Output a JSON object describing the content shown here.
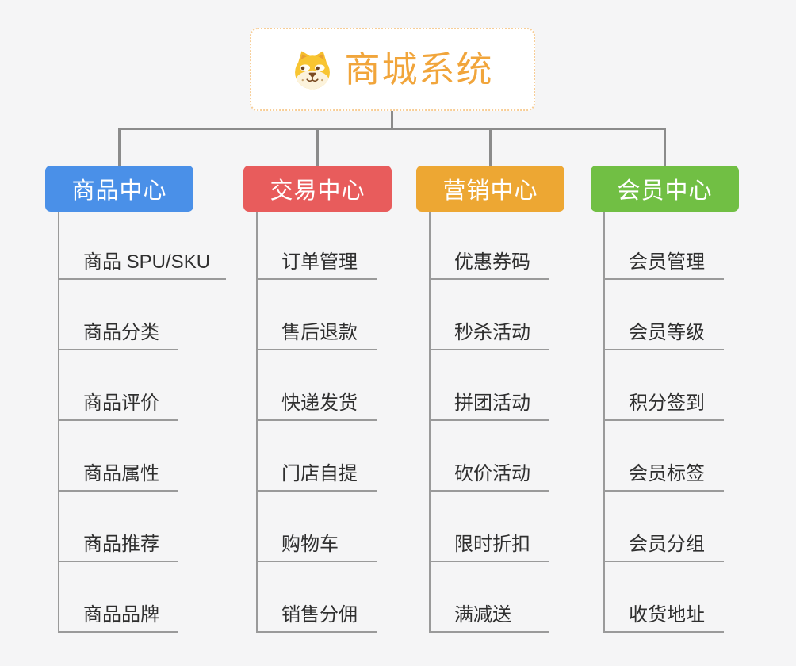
{
  "root": {
    "title": "商城系统",
    "icon": "shiba-dog-icon"
  },
  "branches": [
    {
      "id": "product-center",
      "label": "商品中心",
      "color": "#4a90e8",
      "children": [
        "商品 SPU/SKU",
        "商品分类",
        "商品评价",
        "商品属性",
        "商品推荐",
        "商品品牌"
      ]
    },
    {
      "id": "trade-center",
      "label": "交易中心",
      "color": "#e85c5c",
      "children": [
        "订单管理",
        "售后退款",
        "快递发货",
        "门店自提",
        "购物车",
        "销售分佣"
      ]
    },
    {
      "id": "marketing-center",
      "label": "营销中心",
      "color": "#eda733",
      "children": [
        "优惠券码",
        "秒杀活动",
        "拼团活动",
        "砍价活动",
        "限时折扣",
        "满减送"
      ]
    },
    {
      "id": "member-center",
      "label": "会员中心",
      "color": "#71bf44",
      "children": [
        "会员管理",
        "会员等级",
        "积分签到",
        "会员标签",
        "会员分组",
        "收货地址"
      ]
    }
  ],
  "colors": {
    "root_title": "#f1a53b",
    "root_border": "#f7cd96",
    "connector": "#8b8b8b",
    "leaf_line": "#9a9a9a",
    "leaf_text": "#2f2f2f",
    "page_background": "#f5f5f6"
  }
}
